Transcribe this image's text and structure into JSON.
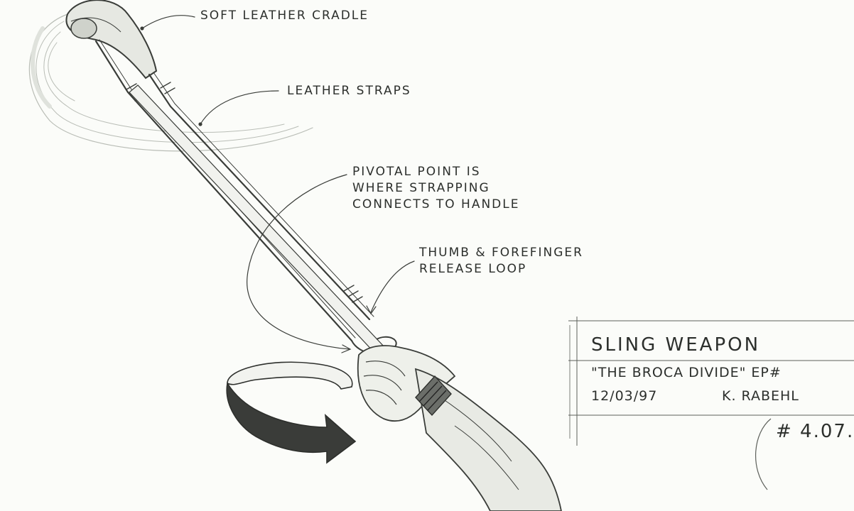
{
  "callouts": {
    "cradle": "SOFT LEATHER CRADLE",
    "straps": "LEATHER STRAPS",
    "pivot_line1": "PIVOTAL POINT IS",
    "pivot_line2": "WHERE STRAPPING",
    "pivot_line3": "CONNECTS TO HANDLE",
    "release_line1": "THUMB & FOREFINGER",
    "release_line2": "RELEASE LOOP"
  },
  "title_block": {
    "title": "SLING WEAPON",
    "episode": "\"THE BROCA DIVIDE\" EP#",
    "date": "12/03/97",
    "artist": "K. RABEHL"
  },
  "sheet_number": "# 4.07."
}
